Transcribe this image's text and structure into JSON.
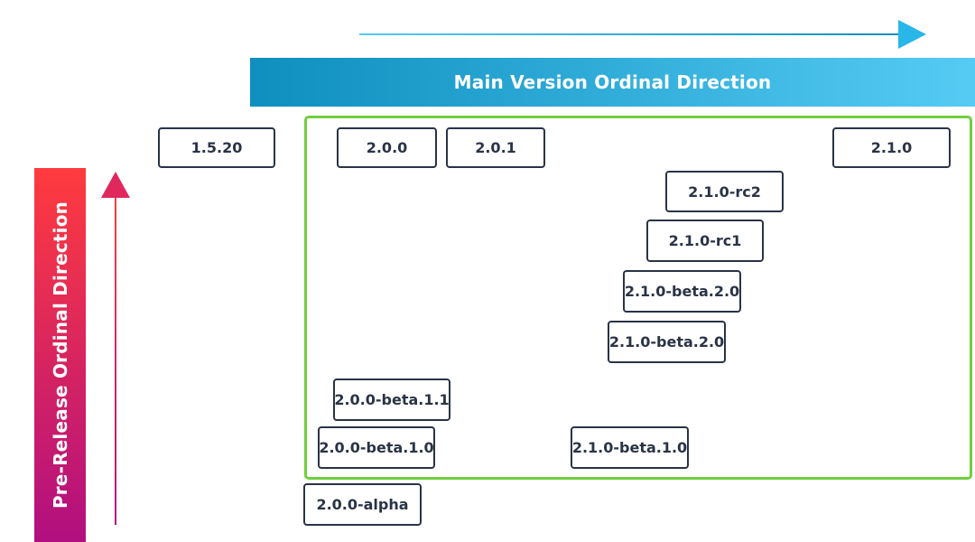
{
  "colors": {
    "horizontal_gradient_start": "#0e8fbe",
    "horizontal_gradient_end": "#55cbf4",
    "vertical_gradient_top": "#ff3b3e",
    "vertical_gradient_bottom": "#b10f80",
    "frame_border": "#6fcf3d",
    "box_border": "#2a3346",
    "box_text": "#2a3346"
  },
  "main_banner": {
    "label": "Main Version Ordinal Direction"
  },
  "side_banner": {
    "label": "Pre-Release Ordinal Direction"
  },
  "versions": {
    "v1_5_20": "1.5.20",
    "v2_0_0": "2.0.0",
    "v2_0_1": "2.0.1",
    "v2_1_0": "2.1.0",
    "v2_1_0_rc2": "2.1.0-rc2",
    "v2_1_0_rc1": "2.1.0-rc1",
    "v2_1_0_beta_2_0_upper": "2.1.0-beta.2.0",
    "v2_1_0_beta_2_0_lower": "2.1.0-beta.2.0",
    "v2_0_0_beta_1_1": "2.0.0-beta.1.1",
    "v2_0_0_beta_1_0": "2.0.0-beta.1.0",
    "v2_1_0_beta_1_0": "2.1.0-beta.1.0",
    "v2_0_0_alpha": "2.0.0-alpha"
  }
}
